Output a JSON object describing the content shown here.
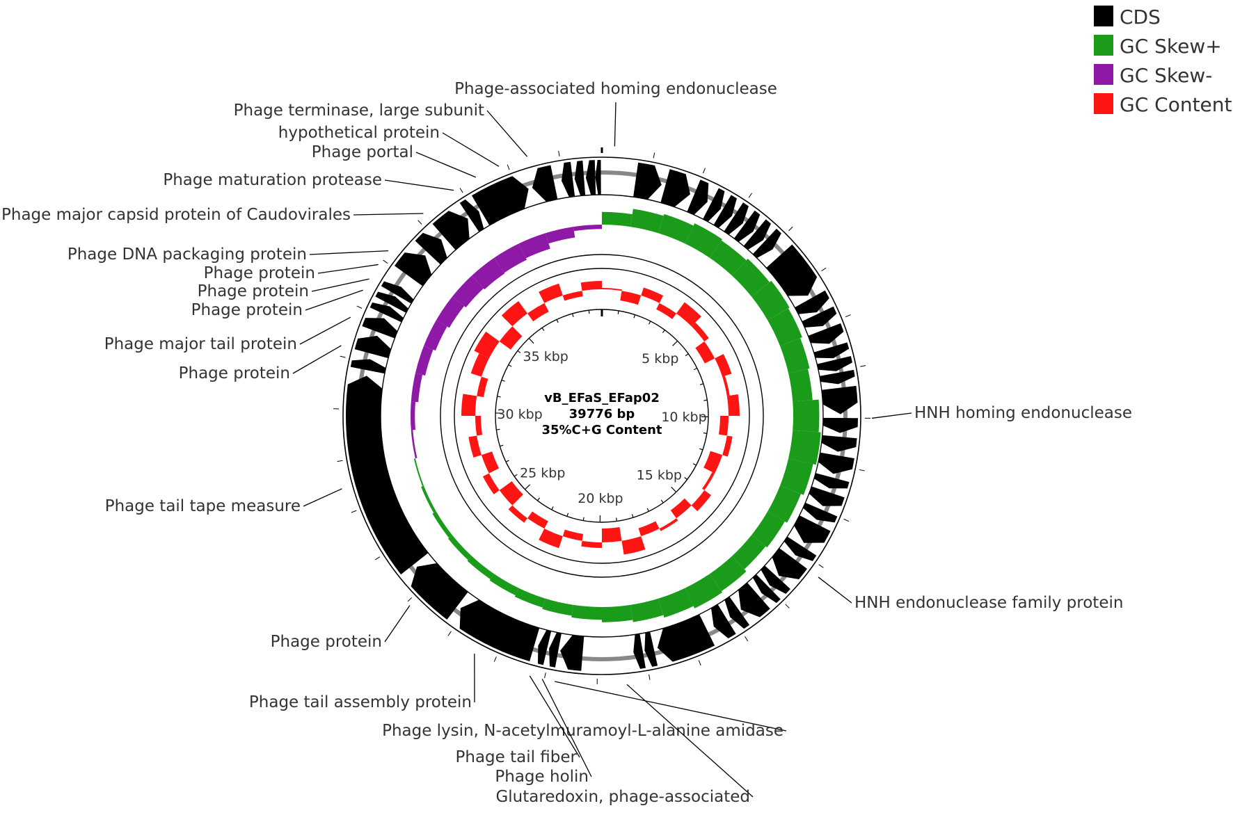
{
  "genome": {
    "name": "vB_EFaS_EFap02",
    "length_label": "39776 bp",
    "gc_label": "35%C+G Content",
    "length_bp": 39776
  },
  "legend": [
    {
      "label": "CDS",
      "color": "#000000"
    },
    {
      "label": "GC Skew+",
      "color": "#1a9b1a"
    },
    {
      "label": "GC Skew-",
      "color": "#8e19a6"
    },
    {
      "label": "GC Content",
      "color": "#ff1414"
    }
  ],
  "ticks": [
    {
      "label": "5 kbp",
      "kbp": 5
    },
    {
      "label": "10 kbp",
      "kbp": 10
    },
    {
      "label": "15 kbp",
      "kbp": 15
    },
    {
      "label": "20 kbp",
      "kbp": 20
    },
    {
      "label": "25 kbp",
      "kbp": 25
    },
    {
      "label": "30 kbp",
      "kbp": 30
    },
    {
      "label": "35 kbp",
      "kbp": 35
    }
  ],
  "annotations": [
    {
      "text": "Phage-associated homing endonuclease",
      "kbp": 0.3
    },
    {
      "text": "Phage terminase, large subunit",
      "kbp": 38.0
    },
    {
      "text": "hypothetical protein",
      "kbp": 37.3
    },
    {
      "text": "Phage portal",
      "kbp": 36.7
    },
    {
      "text": "Phage maturation protease",
      "kbp": 36.1
    },
    {
      "text": "Phage major capsid protein of Caudovirales",
      "kbp": 35.2
    },
    {
      "text": "Phage DNA packaging protein",
      "kbp": 34.0
    },
    {
      "text": "Phage protein",
      "kbp": 33.6
    },
    {
      "text": "Phage protein",
      "kbp": 33.2
    },
    {
      "text": "Phage protein",
      "kbp": 32.9
    },
    {
      "text": "Phage major tail protein",
      "kbp": 32.2
    },
    {
      "text": "Phage protein",
      "kbp": 31.5
    },
    {
      "text": "HNH homing endonuclease",
      "kbp": 10.0
    },
    {
      "text": "Phage tail tape measure",
      "kbp": 28.1
    },
    {
      "text": "HNH endonuclease family protein",
      "kbp": 14.0
    },
    {
      "text": "Phage protein",
      "kbp": 24.9
    },
    {
      "text": "Phage tail assembly protein",
      "kbp": 23.0
    },
    {
      "text": "Phage lysin, N-acetylmuramoyl-L-alanine amidase",
      "kbp": 21.0
    },
    {
      "text": "Phage tail fiber",
      "kbp": 21.6
    },
    {
      "text": "Phage holin",
      "kbp": 21.3
    },
    {
      "text": "Glutaredoxin, phage-associated",
      "kbp": 19.3
    }
  ],
  "cds": [
    {
      "start": 0.9,
      "end": 1.6,
      "strand": 1
    },
    {
      "start": 1.7,
      "end": 2.4,
      "strand": 1
    },
    {
      "start": 2.5,
      "end": 2.9,
      "strand": 1
    },
    {
      "start": 3.0,
      "end": 3.3,
      "strand": 1
    },
    {
      "start": 3.35,
      "end": 3.65,
      "strand": 1
    },
    {
      "start": 3.7,
      "end": 4.0,
      "strand": 1
    },
    {
      "start": 4.05,
      "end": 4.35,
      "strand": 1
    },
    {
      "start": 4.4,
      "end": 4.7,
      "strand": 1
    },
    {
      "start": 4.75,
      "end": 5.05,
      "strand": 1
    },
    {
      "start": 5.3,
      "end": 6.6,
      "strand": 1
    },
    {
      "start": 6.7,
      "end": 7.1,
      "strand": 1
    },
    {
      "start": 7.15,
      "end": 7.5,
      "strand": 1
    },
    {
      "start": 7.6,
      "end": 8.0,
      "strand": 1
    },
    {
      "start": 8.1,
      "end": 8.4,
      "strand": 1
    },
    {
      "start": 8.45,
      "end": 8.75,
      "strand": 1
    },
    {
      "start": 8.8,
      "end": 9.1,
      "strand": 1
    },
    {
      "start": 9.2,
      "end": 9.9,
      "strand": 1
    },
    {
      "start": 10.0,
      "end": 10.4,
      "strand": 1
    },
    {
      "start": 10.5,
      "end": 10.9,
      "strand": 1
    },
    {
      "start": 11.0,
      "end": 11.5,
      "strand": 1
    },
    {
      "start": 11.6,
      "end": 11.9,
      "strand": 1
    },
    {
      "start": 12.0,
      "end": 12.4,
      "strand": 1
    },
    {
      "start": 12.5,
      "end": 12.8,
      "strand": 1
    },
    {
      "start": 12.9,
      "end": 13.5,
      "strand": 1
    },
    {
      "start": 13.6,
      "end": 13.9,
      "strand": 1
    },
    {
      "start": 14.0,
      "end": 14.6,
      "strand": 1
    },
    {
      "start": 14.65,
      "end": 14.95,
      "strand": 1
    },
    {
      "start": 15.0,
      "end": 15.25,
      "strand": 1
    },
    {
      "start": 15.35,
      "end": 15.95,
      "strand": 1
    },
    {
      "start": 16.0,
      "end": 16.3,
      "strand": 1
    },
    {
      "start": 16.4,
      "end": 16.8,
      "strand": 1
    },
    {
      "start": 17.0,
      "end": 18.4,
      "strand": 1
    },
    {
      "start": 18.5,
      "end": 18.75,
      "strand": 1
    },
    {
      "start": 18.8,
      "end": 19.05,
      "strand": 1
    },
    {
      "start": 20.4,
      "end": 21.0,
      "strand": 1
    },
    {
      "start": 21.05,
      "end": 21.3,
      "strand": 1
    },
    {
      "start": 21.35,
      "end": 21.6,
      "strand": 1
    },
    {
      "start": 21.7,
      "end": 23.9,
      "strand": 1
    },
    {
      "start": 24.0,
      "end": 25.5,
      "strand": 1
    },
    {
      "start": 25.6,
      "end": 30.9,
      "strand": 1
    },
    {
      "start": 31.05,
      "end": 31.35,
      "strand": 1
    },
    {
      "start": 31.5,
      "end": 32.0,
      "strand": 1
    },
    {
      "start": 32.1,
      "end": 32.5,
      "strand": 1
    },
    {
      "start": 32.6,
      "end": 32.85,
      "strand": 1
    },
    {
      "start": 32.9,
      "end": 33.15,
      "strand": 1
    },
    {
      "start": 33.2,
      "end": 33.45,
      "strand": 1
    },
    {
      "start": 33.8,
      "end": 34.5,
      "strand": 1
    },
    {
      "start": 34.6,
      "end": 35.1,
      "strand": 1
    },
    {
      "start": 35.2,
      "end": 36.0,
      "strand": 1
    },
    {
      "start": 36.05,
      "end": 36.35,
      "strand": 1
    },
    {
      "start": 36.4,
      "end": 37.8,
      "strand": 1
    },
    {
      "start": 37.9,
      "end": 38.5,
      "strand": -1
    },
    {
      "start": 38.7,
      "end": 39.0,
      "strand": -1
    },
    {
      "start": 39.05,
      "end": 39.3,
      "strand": -1
    },
    {
      "start": 39.35,
      "end": 39.6,
      "strand": -1
    },
    {
      "start": 39.6,
      "end": 39.75,
      "strand": -1
    }
  ],
  "gc_skew": [
    0.35,
    0.5,
    0.55,
    0.62,
    0.58,
    0.64,
    0.7,
    0.66,
    0.6,
    0.55,
    0.72,
    0.78,
    0.7,
    0.62,
    0.55,
    0.5,
    0.58,
    0.62,
    0.55,
    0.48,
    0.42,
    0.35,
    0.3,
    0.26,
    0.22,
    0.18,
    0.15,
    0.12,
    0.08,
    0.04,
    -0.05,
    -0.12,
    -0.2,
    -0.28,
    -0.35,
    -0.42,
    -0.48,
    -0.52,
    -0.5,
    -0.45,
    -0.3,
    -0.12
  ],
  "gc_content": [
    0.05,
    -0.35,
    0.3,
    -0.25,
    0.5,
    0.2,
    -0.4,
    0.35,
    0.1,
    0.4,
    -0.3,
    0.2,
    -0.45,
    -0.1,
    0.3,
    -0.35,
    0.1,
    -0.3,
    0.5,
    -0.5,
    0.2,
    -0.25,
    0.45,
    -0.3,
    0.2,
    -0.55,
    0.25,
    -0.4,
    0.3,
    -0.2,
    0.5,
    -0.25,
    0.4,
    0.6,
    -0.5,
    0.55,
    -0.35,
    0.45,
    -0.2,
    0.3
  ]
}
